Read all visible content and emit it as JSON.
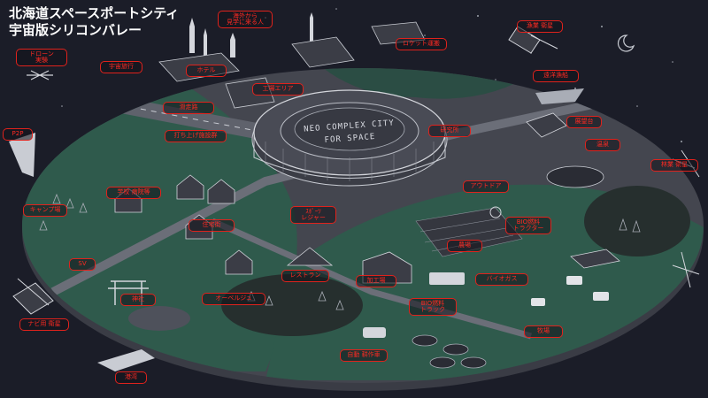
{
  "title": {
    "line1": "北海道スペースポートシティ",
    "line2": "宇宙版シリコンバレー"
  },
  "city_sign": {
    "line1": "NEO COMPLEX CITY",
    "line2": "FOR SPACE"
  },
  "colors": {
    "background": "#1b1d28",
    "ground_green": "#2f5a4c",
    "ground_grey": "#44464f",
    "label_red": "#ff2a22"
  },
  "labels": [
    {
      "id": "drone",
      "text": "ドローン\n実験"
    },
    {
      "id": "space-travel",
      "text": "宇宙旅行"
    },
    {
      "id": "sightseeing",
      "text": "海外から\n見学に来る人"
    },
    {
      "id": "rocket-transport",
      "text": "ロケット運搬"
    },
    {
      "id": "fishery-satellite",
      "text": "漁業 衛星"
    },
    {
      "id": "pto",
      "text": "P2P"
    },
    {
      "id": "hotel",
      "text": "ホテル"
    },
    {
      "id": "launch-area",
      "text": "工場エリア"
    },
    {
      "id": "airport",
      "text": "滑走路"
    },
    {
      "id": "launch-pad",
      "text": "打ち上げ施設群"
    },
    {
      "id": "distant-fishery",
      "text": "遠洋漁船"
    },
    {
      "id": "research",
      "text": "研究所"
    },
    {
      "id": "observatory",
      "text": "展望台"
    },
    {
      "id": "hot-spring",
      "text": "温泉"
    },
    {
      "id": "forestry-satellite",
      "text": "林業 衛星"
    },
    {
      "id": "outdoor",
      "text": "アウトドア"
    },
    {
      "id": "school",
      "text": "学校 病院等"
    },
    {
      "id": "camp",
      "text": "キャンプ場"
    },
    {
      "id": "bio-tractor",
      "text": "BIO燃料\nトラクター"
    },
    {
      "id": "housing",
      "text": "住宅街"
    },
    {
      "id": "leisure",
      "text": "ｽﾎﾟｰﾂ\nレジャー"
    },
    {
      "id": "farm",
      "text": "農場"
    },
    {
      "id": "sv",
      "text": "SV"
    },
    {
      "id": "restaurant",
      "text": "レストラン"
    },
    {
      "id": "processing",
      "text": "加工場"
    },
    {
      "id": "shrine",
      "text": "神社"
    },
    {
      "id": "auberge",
      "text": "オーベルジュ"
    },
    {
      "id": "bio-truck",
      "text": "BIO燃料\nトラック"
    },
    {
      "id": "navi-satellite",
      "text": "ナビ用 衛星"
    },
    {
      "id": "auto-drive",
      "text": "自動 耕作車"
    },
    {
      "id": "ranch",
      "text": "牧場"
    },
    {
      "id": "harbor",
      "text": "港湾"
    },
    {
      "id": "biomass",
      "text": "バイオガス"
    }
  ]
}
